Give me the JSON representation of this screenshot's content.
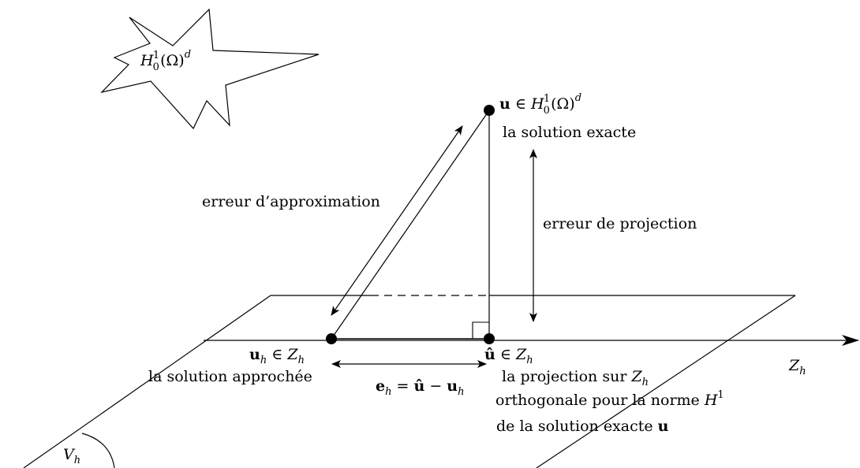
{
  "star_label": {
    "H": "H",
    "sub": "0",
    "sup": "1",
    "omega": "(Ω)",
    "d": "d"
  },
  "u_point": {
    "u": "u",
    "in": " ∈ ",
    "H": "H",
    "sub": "0",
    "sup": "1",
    "omega": "(Ω)",
    "d": "d",
    "caption": "la solution exacte"
  },
  "approx_error_label": "erreur d’approximation",
  "projection_error_label": "erreur de projection",
  "uh_point": {
    "u": "u",
    "h": "h",
    "in": " ∈ ",
    "Z": "Z",
    "caption": "la solution approchée"
  },
  "uhat_point": {
    "u": "û",
    "in": " ∈ ",
    "Z": "Z",
    "h": "h",
    "caption_line1": "la projection sur ",
    "caption_line1_Z": "Z",
    "caption_line1_h": "h",
    "caption_line2": "orthogonale pour la norme ",
    "caption_line2_H": "H",
    "caption_line2_sup": "1",
    "caption_line3": "de la solution exacte ",
    "caption_line3_u": "u"
  },
  "eh_label": {
    "e": "e",
    "h": "h",
    "eq": " = ",
    "uhat": "û",
    "minus": " − ",
    "u": "u",
    "h2": "h"
  },
  "axis_label": {
    "Z": "Z",
    "h": "h"
  },
  "angle_label": {
    "V": "V",
    "h": "h"
  }
}
